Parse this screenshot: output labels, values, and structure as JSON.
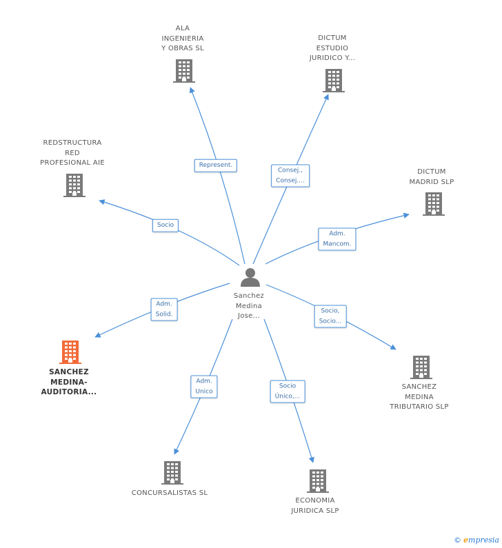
{
  "center": {
    "label": "Sanchez\nMedina\nJose..."
  },
  "nodes": [
    {
      "id": "ala",
      "label": "ALA\nINGENIERIA\nY OBRAS SL",
      "edge": "Represent.",
      "highlight": false
    },
    {
      "id": "dictum-estudio",
      "label": "DICTUM\nESTUDIO\nJURIDICO Y...",
      "edge": "Consej.,\nConsej....",
      "highlight": false
    },
    {
      "id": "redstructura",
      "label": "REDSTRUCTURA\nRED\nPROFESIONAL AIE",
      "edge": "Socio",
      "highlight": false
    },
    {
      "id": "dictum-madrid",
      "label": "DICTUM\nMADRID SLP",
      "edge": "Adm.\nMancom.",
      "highlight": false
    },
    {
      "id": "sanchez-auditoria",
      "label": "SANCHEZ\nMEDINA-\nAUDITORIA...",
      "edge": "Adm.\nSolid.",
      "highlight": true
    },
    {
      "id": "sanchez-tributario",
      "label": "SANCHEZ\nMEDINA\nTRIBUTARIO SLP",
      "edge": "Socio,\nSocio...",
      "highlight": false
    },
    {
      "id": "concursalistas",
      "label": "CONCURSALISTAS SL",
      "edge": "Adm.\nUnico",
      "highlight": false
    },
    {
      "id": "economia",
      "label": "ECONOMIA\nJURIDICA SLP",
      "edge": "Socio\nÚnico,...",
      "highlight": false
    }
  ],
  "brand": {
    "copyright": "©",
    "first_letter": "e",
    "rest": "mpresia"
  },
  "colors": {
    "edge": "#4a90d9",
    "building": "#7a7a7a",
    "highlight": "#f26b3a"
  }
}
